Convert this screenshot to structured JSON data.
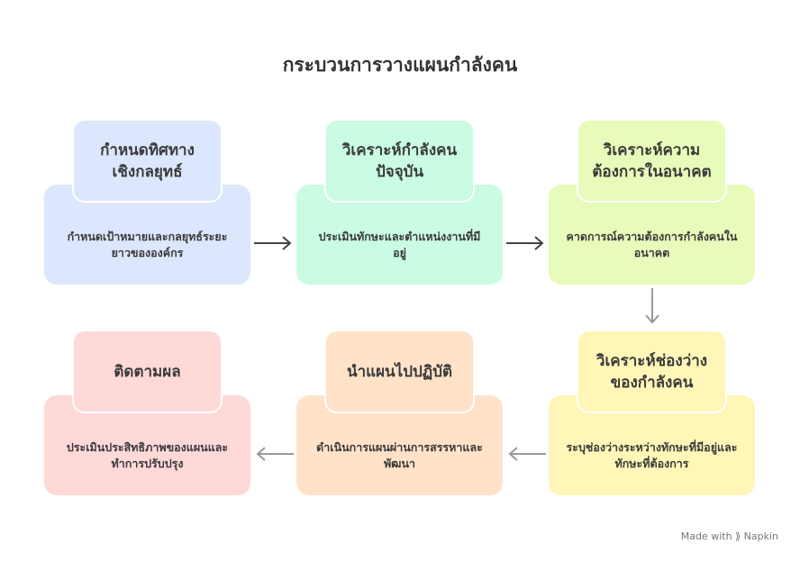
{
  "title": "กระบวนการวางแผนกำลังคน",
  "steps": [
    {
      "title": "กำหนดทิศทางเชิงกลยุทธ์",
      "desc": "กำหนดเป้าหมายและกลยุทธ์ระยะยาวขององค์กร",
      "color": "#dce7fd"
    },
    {
      "title": "วิเคราะห์กำลังคนปัจจุบัน",
      "desc": "ประเมินทักษะและตำแหน่งงานที่มีอยู่",
      "color": "#cafbe3"
    },
    {
      "title": "วิเคราะห์ความต้องการในอนาคต",
      "desc": "คาดการณ์ความต้องการกำลังคนในอนาคต",
      "color": "#e7fbba"
    },
    {
      "title": "วิเคราะห์ช่องว่างของกำลังคน",
      "desc": "ระบุช่องว่างระหว่างทักษะที่มีอยู่และทักษะที่ต้องการ",
      "color": "#fff6b8"
    },
    {
      "title": "นำแผนไปปฏิบัติ",
      "desc": "ดำเนินการแผนผ่านการสรรหาและพัฒนา",
      "color": "#ffe2c8"
    },
    {
      "title": "ติดตามผล",
      "desc": "ประเมินประสิทธิภาพของแผนและทำการปรับปรุง",
      "color": "#ffd8d8"
    }
  ],
  "footer": "Made with ⟫ Napkin"
}
